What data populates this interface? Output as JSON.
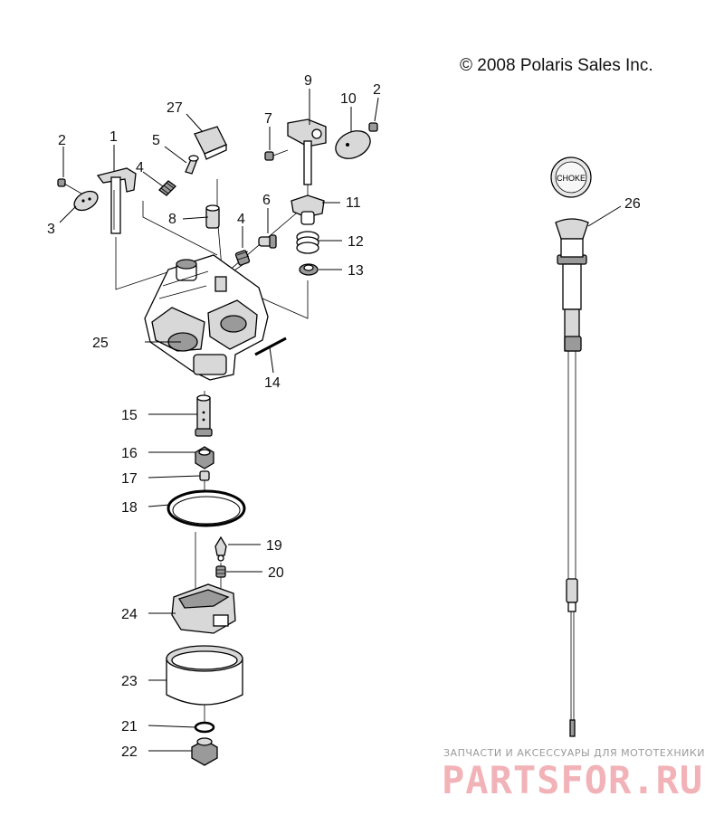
{
  "copyright": "© 2008 Polaris Sales Inc.",
  "choke_knob_text": "CHOKE",
  "watermark": {
    "tagline": "ЗАПЧАСТИ И АКСЕССУАРЫ ДЛЯ МОТОТЕХНИКИ",
    "brand": "PARTSFOR.RU"
  },
  "callouts": {
    "c1": "1",
    "c2a": "2",
    "c2b": "2",
    "c3": "3",
    "c4a": "4",
    "c4b": "4",
    "c5": "5",
    "c6": "6",
    "c7": "7",
    "c8": "8",
    "c9": "9",
    "c10": "10",
    "c11": "11",
    "c12": "12",
    "c13": "13",
    "c14": "14",
    "c15": "15",
    "c16": "16",
    "c17": "17",
    "c18": "18",
    "c19": "19",
    "c20": "20",
    "c21": "21",
    "c22": "22",
    "c23": "23",
    "c24": "24",
    "c25": "25",
    "c26": "26",
    "c27": "27"
  }
}
